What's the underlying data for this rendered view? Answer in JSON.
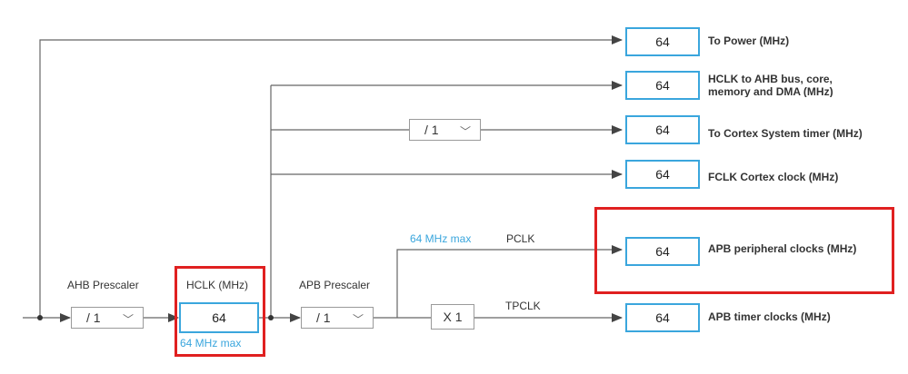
{
  "outputs": [
    {
      "value": "64",
      "label": "To Power (MHz)"
    },
    {
      "value": "64",
      "label": "HCLK to AHB bus, core,\nmemory and DMA (MHz)"
    },
    {
      "value": "64",
      "label": "To Cortex System timer (MHz)"
    },
    {
      "value": "64",
      "label": "FCLK Cortex clock (MHz)"
    },
    {
      "value": "64",
      "label": "APB peripheral clocks (MHz)"
    },
    {
      "value": "64",
      "label": "APB timer clocks (MHz)"
    }
  ],
  "ahb_prescaler": {
    "label": "AHB Prescaler",
    "value": "/ 1",
    "chevron": "chevron-down"
  },
  "hclk": {
    "label": "HCLK (MHz)",
    "value": "64",
    "max": "64 MHz max"
  },
  "apb_prescaler": {
    "label": "APB Prescaler",
    "value": "/ 1",
    "chevron": "chevron-down"
  },
  "cortex_timer_divider": {
    "value": "/ 1",
    "chevron": "chevron-down"
  },
  "timer_multiplier": {
    "value": "X 1"
  },
  "pclk": {
    "label": "PCLK",
    "max": "64 MHz max"
  },
  "tpclk": {
    "label": "TPCLK"
  },
  "colors": {
    "accent": "#3aa6dd",
    "highlight": "#e02020",
    "line": "#555555"
  }
}
